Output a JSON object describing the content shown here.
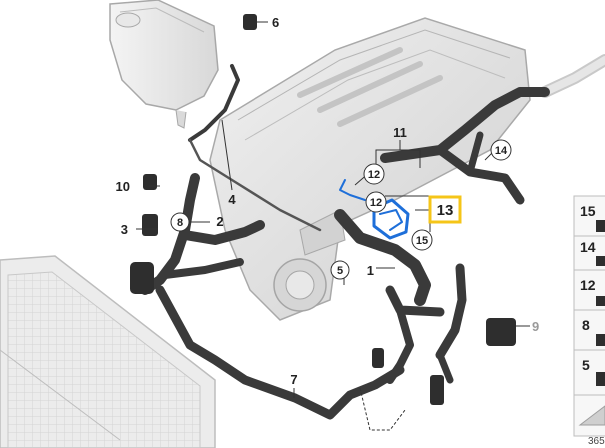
{
  "diagram": {
    "callouts_plain": [
      {
        "id": "c1",
        "label": "1"
      },
      {
        "id": "c2",
        "label": "2"
      },
      {
        "id": "c3",
        "label": "3"
      },
      {
        "id": "c4",
        "label": "4"
      },
      {
        "id": "c6",
        "label": "6"
      },
      {
        "id": "c7",
        "label": "7"
      },
      {
        "id": "c9",
        "label": "9"
      },
      {
        "id": "c10",
        "label": "10"
      },
      {
        "id": "c11",
        "label": "11"
      }
    ],
    "callouts_circled": [
      {
        "id": "c5",
        "label": "5"
      },
      {
        "id": "c8",
        "label": "8"
      },
      {
        "id": "c12a",
        "label": "12"
      },
      {
        "id": "c12b",
        "label": "12"
      },
      {
        "id": "c14",
        "label": "14"
      },
      {
        "id": "c15",
        "label": "15"
      }
    ],
    "highlighted": {
      "label": "13",
      "color": "#f5c518"
    },
    "accent_color": "#1e6fd9",
    "legend_items": [
      "15",
      "14",
      "12",
      "8",
      "5"
    ],
    "corner_code": "365"
  }
}
